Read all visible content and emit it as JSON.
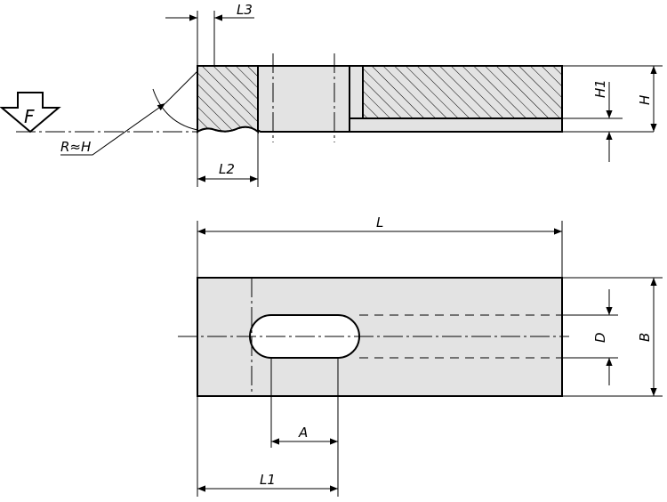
{
  "labels": {
    "force": "F",
    "radius": "R≈H",
    "l3": "L3",
    "l2": "L2",
    "h1": "H1",
    "h": "H",
    "l": "L",
    "d": "D",
    "b": "B",
    "a": "A",
    "l1": "L1"
  }
}
